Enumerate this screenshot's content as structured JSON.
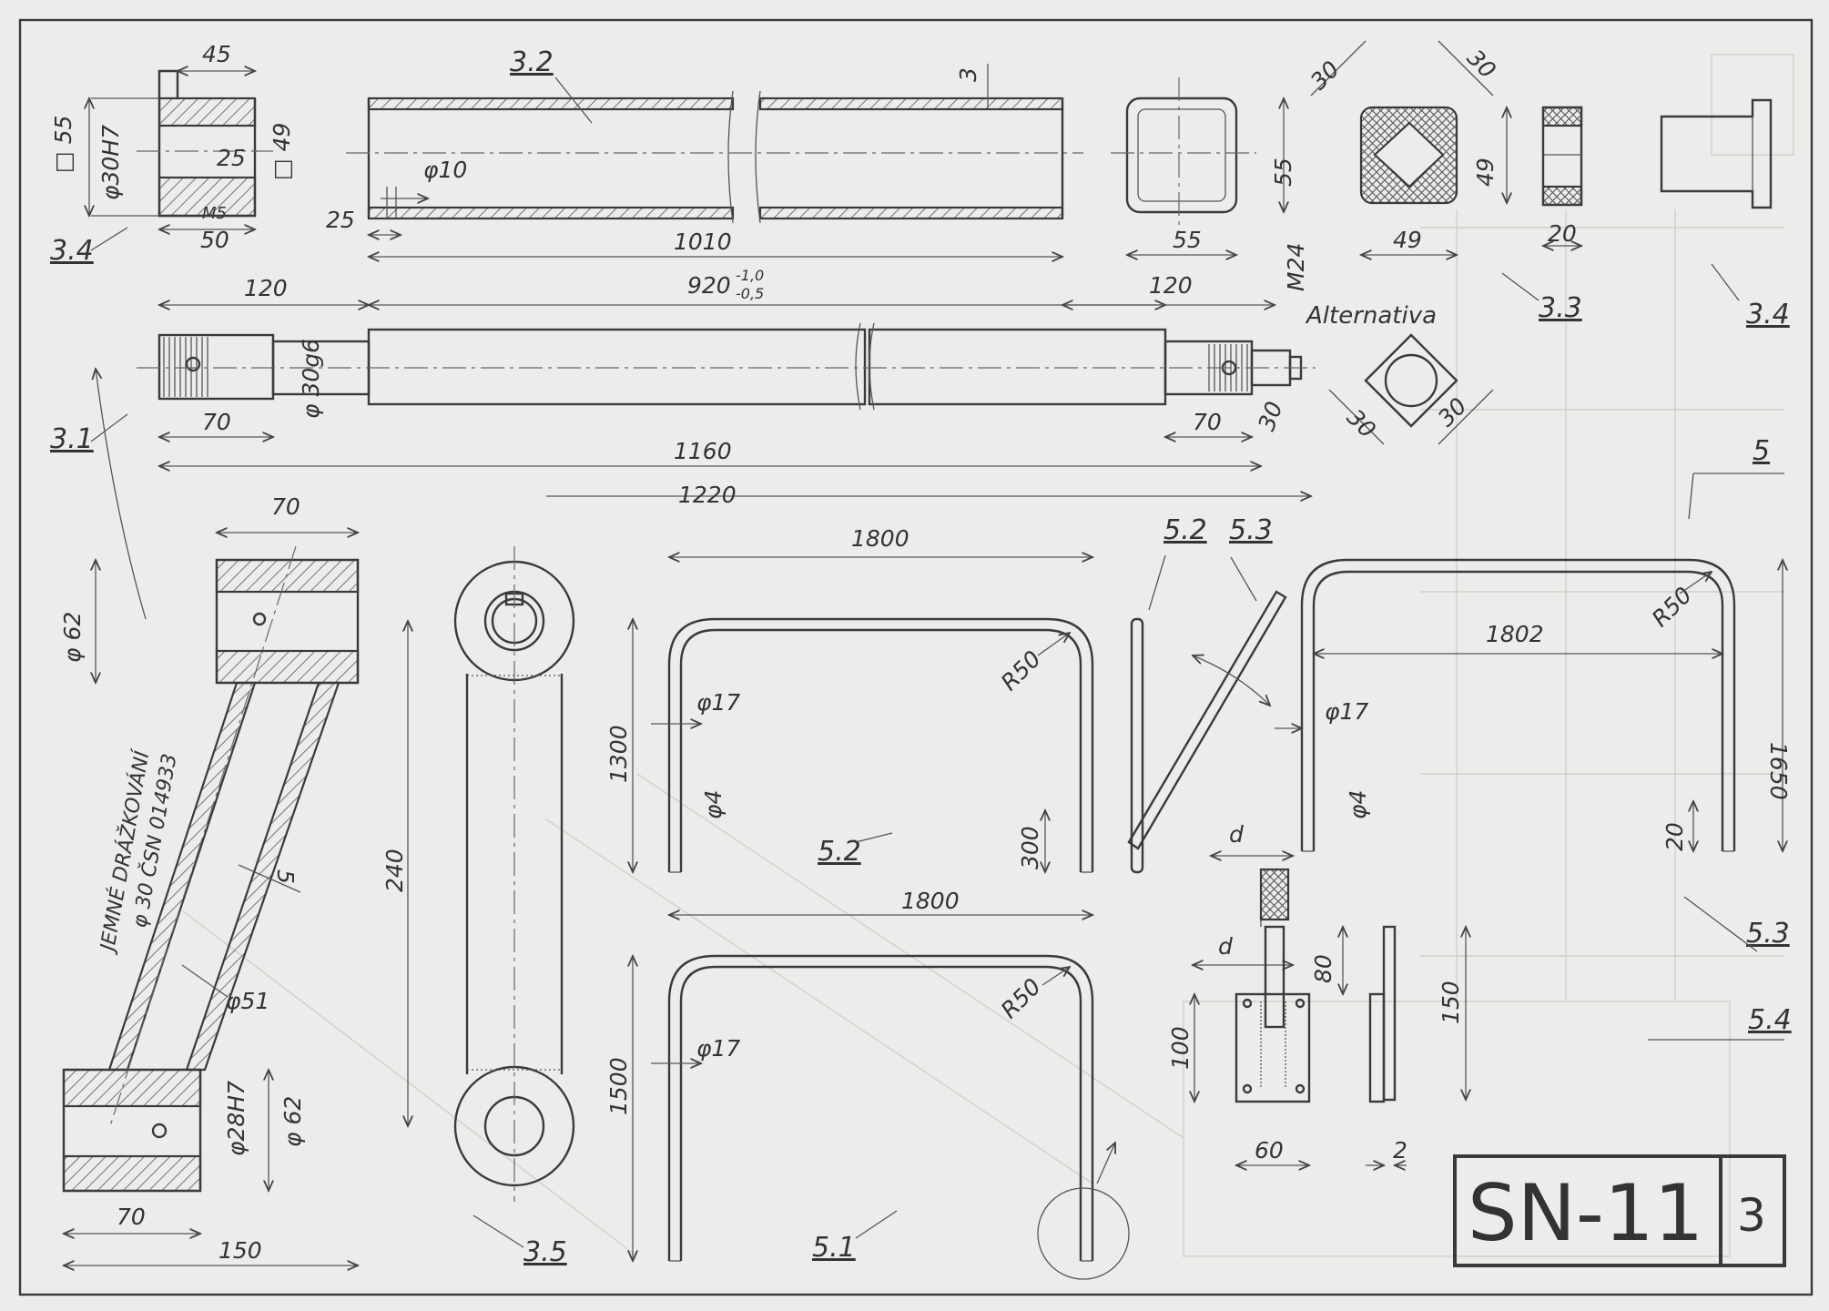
{
  "title_block": {
    "code": "SN-11",
    "sheet": "3"
  },
  "part_labels": {
    "p32": "3.2",
    "p34_left": "3.4",
    "p31": "3.1",
    "p33": "3.3",
    "p34_right": "3.4",
    "p5": "5",
    "p52_top": "5.2",
    "p53_top": "5.3",
    "p52_view": "5.2",
    "p51": "5.1",
    "p35": "3.5",
    "p53_right": "5.3",
    "p54": "5.4"
  },
  "notes": {
    "alternativa": "Alternativa",
    "splines_line1": "JEMNÉ DRÁŽKOVÁNÍ",
    "splines_line2": "φ 30 ČSN 014933"
  },
  "dims": {
    "d45": "45",
    "sq55": "□ 55",
    "phi30h7": "φ30H7",
    "d25a": "25",
    "m5": "M5",
    "d50": "50",
    "sq49": "□ 49",
    "phi10": "φ10",
    "d25b": "25",
    "d1010": "1010",
    "d3": "3",
    "d55v": "55",
    "d55h": "55",
    "d30a": "30",
    "d30b": "30",
    "d49v": "49",
    "d49h": "49",
    "d20a": "20",
    "d120a": "120",
    "d920": "920",
    "tol_up": "-1,0",
    "tol_dn": "-0,5",
    "d120b": "120",
    "m24": "M24",
    "phi30g6": "φ 30g6",
    "d70a": "70",
    "d70b": "70",
    "d30c": "30",
    "d1160": "1160",
    "d1220": "1220",
    "d30d": "30",
    "d30e": "30",
    "d70c": "70",
    "phi62a": "φ 62",
    "phi51": "φ51",
    "d5": "5",
    "phi28h7": "φ28H7",
    "phi62b": "φ 62",
    "d70d": "70",
    "d150a": "150",
    "d240": "240",
    "d1800a": "1800",
    "d1300": "1300",
    "phi17a": "φ17",
    "phi4a": "φ4",
    "r50a": "R50",
    "d300": "300",
    "d1800b": "1800",
    "d1500": "1500",
    "phi17b": "φ17",
    "r50b": "R50",
    "d1802": "1802",
    "r50c": "R50",
    "phi17c": "φ17",
    "phi4b": "φ4",
    "d1650": "1650",
    "d20b": "20",
    "da": "d",
    "db": "d",
    "d80": "80",
    "d100": "100",
    "d150b": "150",
    "d60": "60",
    "d2": "2"
  },
  "colors": {
    "paper": "#ececea",
    "ink": "#3a3a3a"
  }
}
